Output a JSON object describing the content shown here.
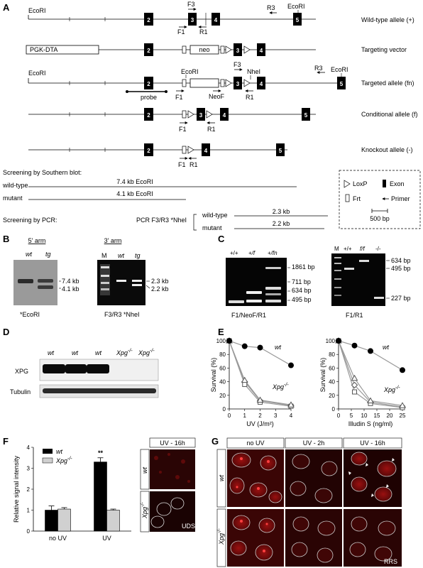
{
  "panels": {
    "A": "A",
    "B": "B",
    "C": "C",
    "D": "D",
    "E": "E",
    "F": "F",
    "G": "G"
  },
  "A": {
    "allele_labels": [
      "Wild-type allele (+)",
      "Targeting vector",
      "Targeted allele (fn)",
      "Conditional allele (f)",
      "Knockout allele (-)"
    ],
    "ecori": "EcoRI",
    "nhei": "NheI",
    "pgk": "PGK-DTA",
    "neo": "neo",
    "probe": "probe",
    "primers": {
      "F1": "F1",
      "R1": "R1",
      "F3": "F3",
      "R3": "R3",
      "NeoF": "NeoF"
    },
    "exons": {
      "e2": "2",
      "e3": "3",
      "e4": "4",
      "e5": "5"
    },
    "southern": {
      "title": "Screening by Southern blot:",
      "rows": [
        {
          "label": "wild-type",
          "size": "7.4 kb EcoRI"
        },
        {
          "label": "mutant",
          "size": "4.1 kb EcoRI"
        }
      ]
    },
    "pcr": {
      "title": "Screening by PCR:",
      "assay": "PCR F3/R3 *NheI",
      "rows": [
        {
          "label": "wild-type",
          "size": "2.3 kb"
        },
        {
          "label": "mutant",
          "size": "2.2 kb"
        }
      ]
    },
    "legend": {
      "loxp": "LoxP",
      "exon": "Exon",
      "frt": "Frt",
      "primer": "Primer",
      "scale": "500 bp"
    }
  },
  "B": {
    "arm5": "5' arm",
    "arm3": "3' arm",
    "lanes1": [
      "wt",
      "tg"
    ],
    "lanes2": [
      "M",
      "wt",
      "tg"
    ],
    "sizes1": [
      "7.4 kb",
      "4.1 kb"
    ],
    "sizes2": [
      "2.3 kb",
      "2.2 kb"
    ],
    "caption1": "*EcoRI",
    "caption2": "F3/R3 *NheI"
  },
  "C": {
    "lanes1": [
      "+/+",
      "+/f",
      "+/fn"
    ],
    "sizes1": [
      "1861 bp",
      "711 bp",
      "634 bp",
      "495 bp"
    ],
    "caption1": "F1/NeoF/R1",
    "lanes2": [
      "M",
      "+/+",
      "f/f",
      "-/-"
    ],
    "sizes2": [
      "634 bp",
      "495 bp",
      "227 bp"
    ],
    "caption2": "F1/R1"
  },
  "D": {
    "lanes": [
      "wt",
      "wt",
      "wt",
      "Xpg",
      "Xpg"
    ],
    "sup": "-/-",
    "rows": [
      "XPG",
      "Tubulin"
    ]
  },
  "E": {
    "chart_data": [
      {
        "type": "line",
        "xlabel": "UV (J/m²)",
        "ylabel": "Survival (%)",
        "xticks": [
          "0",
          "1",
          "2",
          "3",
          "4"
        ],
        "yticks": [
          "0",
          "20",
          "40",
          "60",
          "80",
          "100"
        ],
        "xlim": [
          0,
          4
        ],
        "ylim": [
          0,
          100
        ],
        "series": [
          {
            "name": "wt",
            "x": [
              0,
              1,
              2,
              4
            ],
            "y": [
              100,
              92,
              90,
              64
            ]
          },
          {
            "name": "Xpg-/-",
            "x": [
              0,
              1,
              2,
              4
            ],
            "y": [
              100,
              40,
              12,
              5
            ]
          }
        ],
        "extra_series_values": [
          {
            "x": [
              0,
              1,
              2,
              4
            ],
            "y": [
              100,
              36,
              10,
              4
            ]
          },
          {
            "x": [
              0,
              1,
              2,
              4
            ],
            "y": [
              100,
              42,
              13,
              6
            ]
          }
        ]
      },
      {
        "type": "line",
        "xlabel": "Illudin S (ng/ml)",
        "ylabel": "Survival (%)",
        "xticks": [
          "0",
          "5",
          "10",
          "15",
          "20",
          "25"
        ],
        "yticks": [
          "0",
          "20",
          "40",
          "60",
          "80",
          "100"
        ],
        "xlim": [
          0,
          25
        ],
        "ylim": [
          0,
          100
        ],
        "series": [
          {
            "name": "wt",
            "x": [
              0,
              6.25,
              12.5,
              25
            ],
            "y": [
              100,
              93,
              85,
              57
            ]
          },
          {
            "name": "Xpg-/-",
            "x": [
              0,
              6.25,
              12.5,
              25
            ],
            "y": [
              100,
              35,
              10,
              3
            ]
          }
        ],
        "extra_series_values": [
          {
            "x": [
              0,
              6.25,
              12.5,
              25
            ],
            "y": [
              100,
              25,
              8,
              2
            ]
          },
          {
            "x": [
              0,
              6.25,
              12.5,
              25
            ],
            "y": [
              100,
              45,
              12,
              5
            ]
          }
        ]
      }
    ],
    "legend_wt": "wt",
    "legend_xpg": "Xpg",
    "sup": "-/-"
  },
  "F": {
    "chart_data": {
      "type": "bar",
      "ylabel": "Relative signal intensity",
      "categories": [
        "no UV",
        "UV"
      ],
      "ylim": [
        0,
        4
      ],
      "yticks": [
        "0",
        "1",
        "2",
        "3",
        "4"
      ],
      "series": [
        {
          "name": "wt",
          "values": [
            1.0,
            3.3
          ],
          "errors": [
            0.2,
            0.2
          ]
        },
        {
          "name": "Xpg-/-",
          "values": [
            1.05,
            1.0
          ],
          "errors": [
            0.07,
            0.05
          ]
        }
      ],
      "annotation": "**"
    },
    "legend_wt": "wt",
    "legend_xpg": "Xpg",
    "sup": "-/-",
    "micro_header": "UV - 16h",
    "row_wt": "wt",
    "row_xpg": "Xpg",
    "assay": "UDS"
  },
  "G": {
    "headers": [
      "no UV",
      "UV - 2h",
      "UV - 16h"
    ],
    "row_wt": "wt",
    "row_xpg": "Xpg",
    "sup": "-/-",
    "assay": "RRS"
  }
}
